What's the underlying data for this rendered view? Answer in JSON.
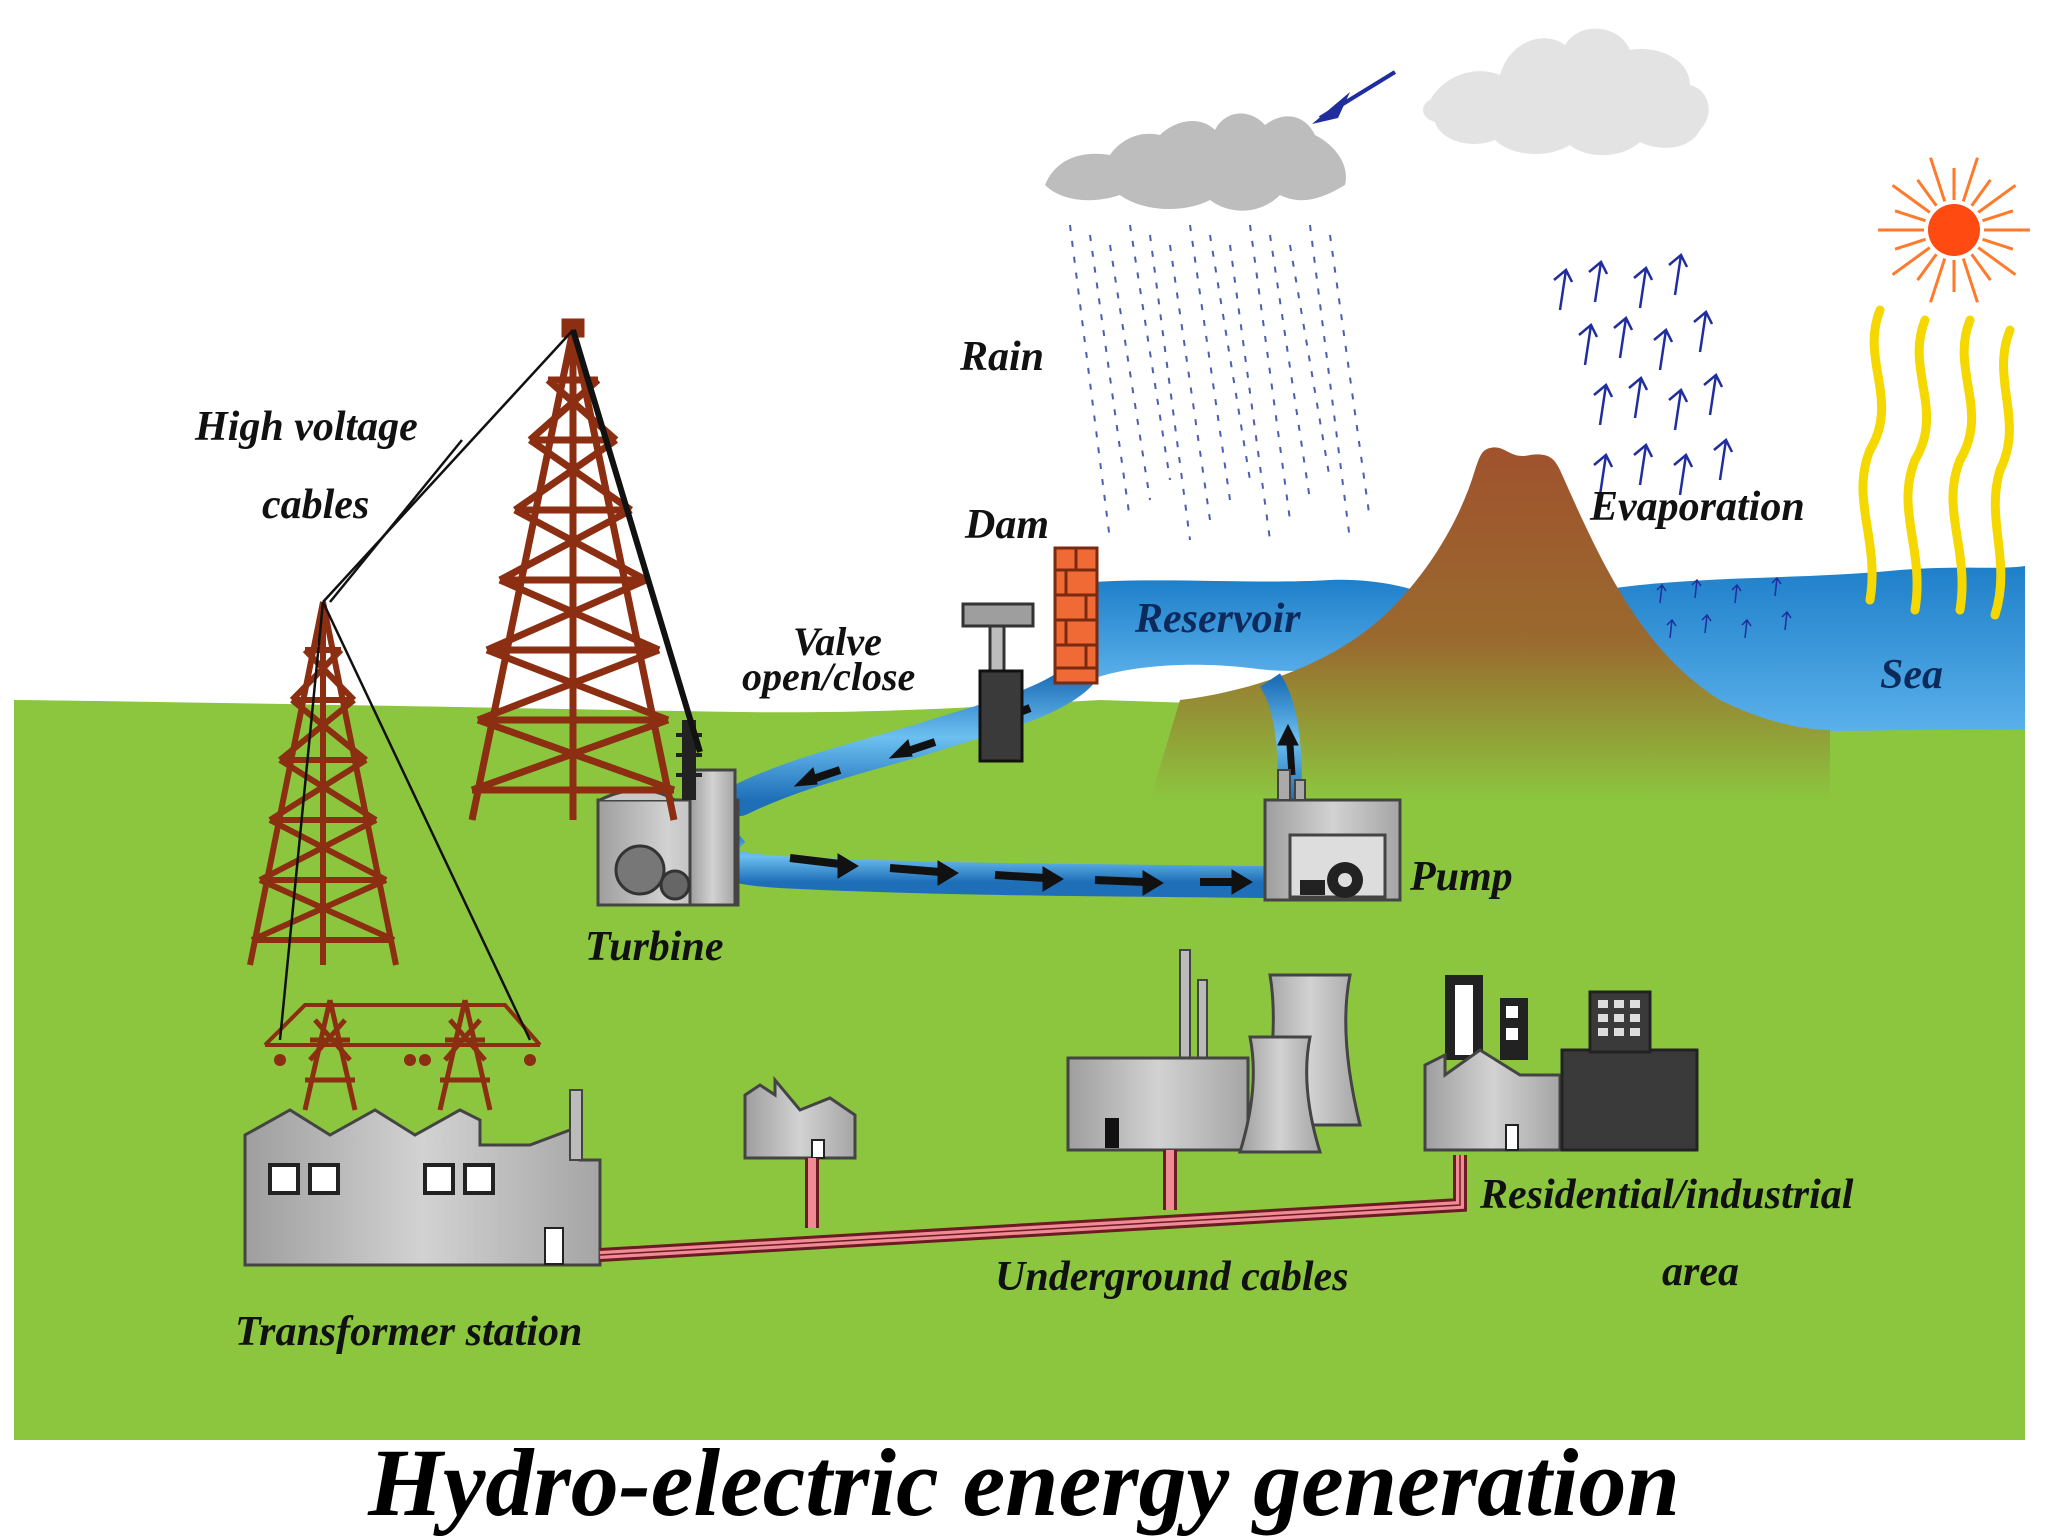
{
  "title": "Hydro-electric energy generation",
  "labels": {
    "high_voltage_1": "High voltage",
    "high_voltage_2": "cables",
    "rain": "Rain",
    "dam": "Dam",
    "valve_1": "Valve",
    "valve_2": "open/close",
    "reservoir": "Reservoir",
    "evaporation": "Evaporation",
    "sea": "Sea",
    "turbine": "Turbine",
    "pump": "Pump",
    "transformer": "Transformer station",
    "underground": "Underground cables",
    "residential_1": "Residential/industrial",
    "residential_2": "area"
  },
  "colors": {
    "grass": "#8cc63f",
    "water": "#3b9ad9",
    "mountain": "#a0522d",
    "tower": "#8b2e12",
    "cloud": "#bdbdbd",
    "sun": "#ff6a1a",
    "sun_rays": "#f5d800",
    "building": "#b8b8b8",
    "cable": "#e05560",
    "arrow_blue": "#1f2d9e"
  }
}
